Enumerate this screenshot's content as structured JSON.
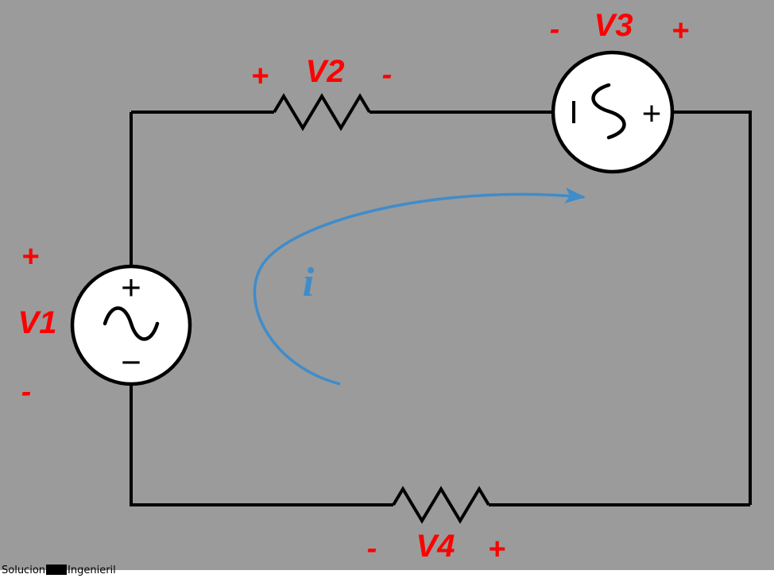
{
  "title": "AC circuit loop diagram",
  "colors": {
    "background": "#9b9b9b",
    "wire": "#000000",
    "source_fill": "#ffffff",
    "label_red": "#ff0000",
    "current_blue": "#3f8ccb"
  },
  "components": {
    "v1": {
      "type": "ac-source",
      "label": "V1",
      "plus": "+",
      "minus": "-",
      "symbol_plus": "+",
      "symbol_minus": "−"
    },
    "v2": {
      "type": "resistor",
      "label": "V2",
      "plus": "+",
      "minus": "-"
    },
    "v3": {
      "type": "ac-source",
      "label": "V3",
      "plus": "+",
      "minus": "-",
      "symbol_plus": "+"
    },
    "v4": {
      "type": "resistor",
      "label": "V4",
      "plus": "+",
      "minus": "-"
    },
    "current": {
      "label": "i"
    }
  },
  "watermark": {
    "part1": "Solucion",
    "part2": "Ingenieril"
  }
}
